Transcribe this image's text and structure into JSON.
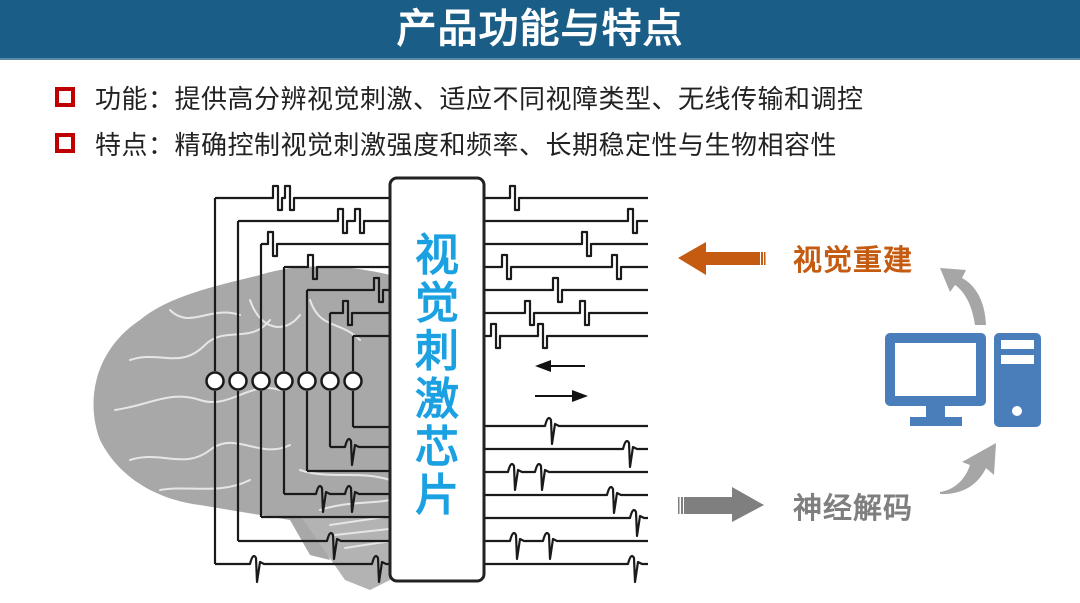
{
  "header": {
    "title": "产品功能与特点",
    "background_color": "#1A5E87"
  },
  "bullets": [
    {
      "icon": "hollow-square-bullet",
      "text": "功能：提供高分辨视觉刺激、适应不同视障类型、无线传输和调控"
    },
    {
      "icon": "hollow-square-bullet",
      "text": "特点：精确控制视觉刺激强度和频率、长期稳定性与生物相容性"
    }
  ],
  "diagram": {
    "chip_label": "视觉刺激芯片",
    "chip_label_color": "#1BA1E2",
    "electrode_count": 7,
    "left_wires": {
      "top_count": 7,
      "bottom_count": 7
    },
    "right_wires": {
      "top_count": 7,
      "bottom_count": 7
    },
    "direction_arrows": [
      "left",
      "right"
    ],
    "reconstruction": {
      "label": "视觉重建",
      "color": "#C55A11",
      "arrow_direction": "left"
    },
    "decoding": {
      "label": "神经解码",
      "color": "#7F7F7F",
      "arrow_direction": "right"
    },
    "computer": {
      "icon": "desktop-computer-icon",
      "color": "#4A7EBB"
    },
    "bullet_color": "#C00000"
  }
}
